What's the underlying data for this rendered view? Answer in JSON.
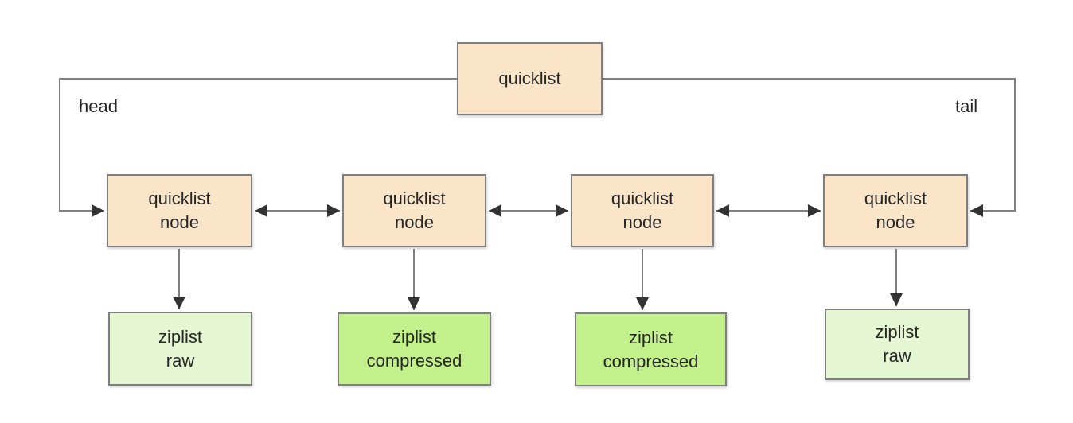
{
  "diagram": {
    "root": {
      "label": "quicklist"
    },
    "pointer_labels": {
      "head": "head",
      "tail": "tail"
    },
    "nodes": [
      {
        "label": "quicklist\nnode"
      },
      {
        "label": "quicklist\nnode"
      },
      {
        "label": "quicklist\nnode"
      },
      {
        "label": "quicklist\nnode"
      }
    ],
    "ziplists": [
      {
        "label": "ziplist\nraw",
        "variant": "raw"
      },
      {
        "label": "ziplist\ncompressed",
        "variant": "compressed"
      },
      {
        "label": "ziplist\ncompressed",
        "variant": "compressed"
      },
      {
        "label": "ziplist\nraw",
        "variant": "raw"
      }
    ],
    "colors": {
      "node_fill": "#fae5c9",
      "ziplist_raw_fill": "#e4f6d2",
      "ziplist_compressed_fill": "#c2f18c",
      "box_border": "#7f7f7f",
      "connector_line": "#808080",
      "arrowhead": "#333333",
      "text": "#262626",
      "background": "#ffffff"
    }
  }
}
